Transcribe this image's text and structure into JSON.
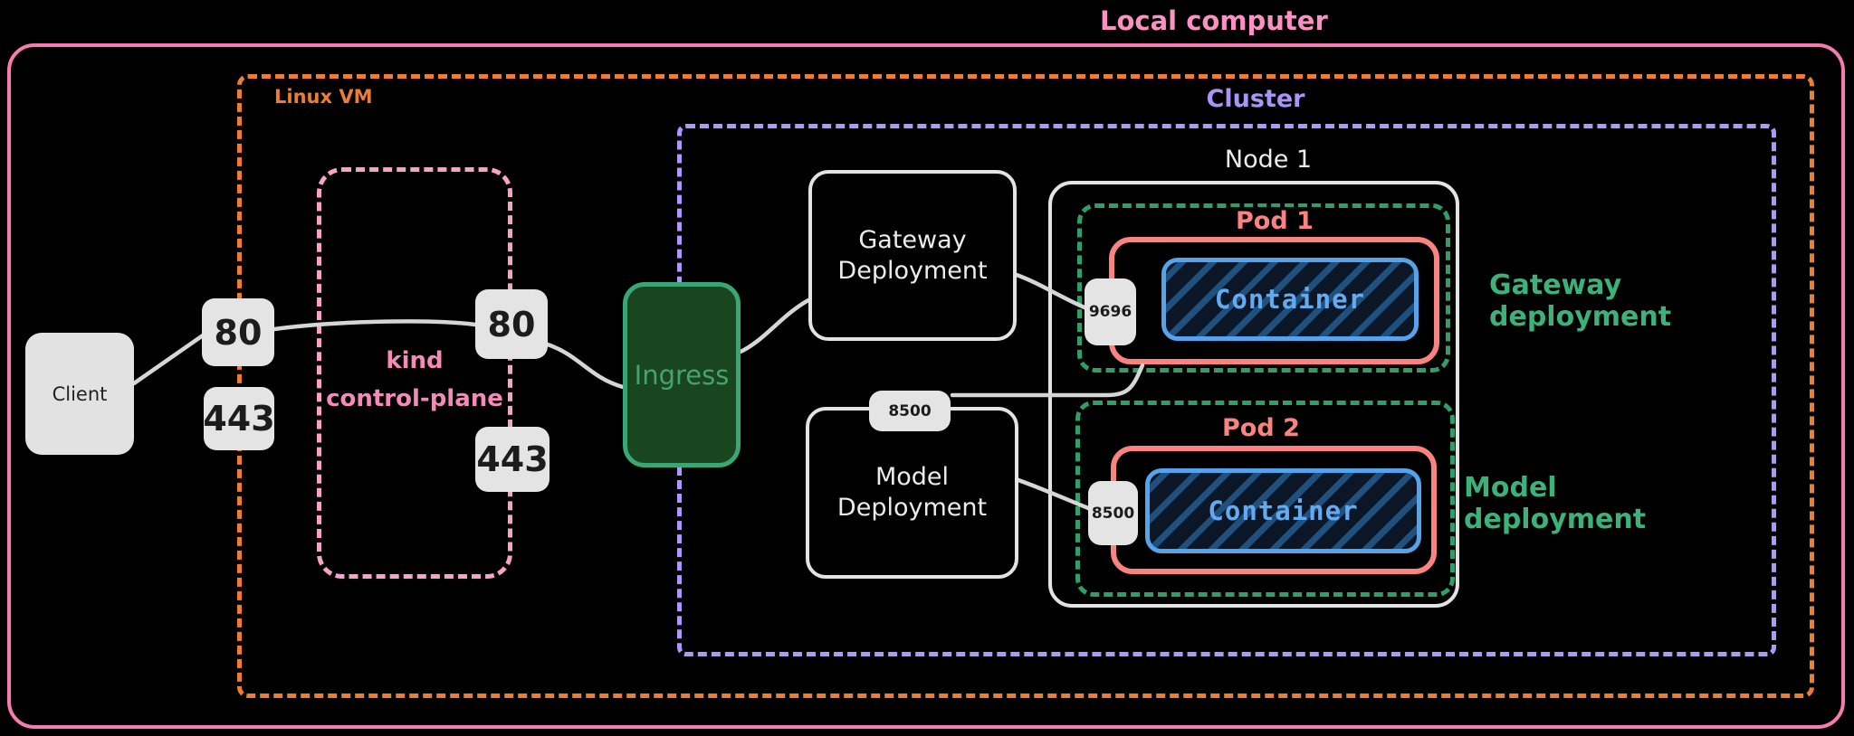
{
  "title": "Local computer",
  "linux_vm": {
    "label": "Linux VM"
  },
  "cluster": {
    "label": "Cluster"
  },
  "kind_control_plane": {
    "line1": "kind",
    "line2": "control-plane"
  },
  "client": {
    "label": "Client"
  },
  "ingress": {
    "label": "Ingress"
  },
  "gateway_deployment": {
    "line1": "Gateway",
    "line2": "Deployment"
  },
  "model_deployment": {
    "line1": "Model",
    "line2": "Deployment"
  },
  "node1": {
    "label": "Node 1"
  },
  "pod1": {
    "label": "Pod 1",
    "container_label": "Container"
  },
  "pod2": {
    "label": "Pod 2",
    "container_label": "Container"
  },
  "ports": {
    "host_http": "80",
    "host_https": "443",
    "kind_http": "80",
    "kind_https": "443",
    "gateway_service": "9696",
    "model_service_top": "8500",
    "model_service_side": "8500"
  },
  "annotations": {
    "gateway": "Gateway deployment",
    "model": "Model deployment"
  },
  "colors": {
    "local_computer_pink": "#f77bb0",
    "linux_vm_orange": "#ed7d31",
    "cluster_purple": "#b197fc",
    "kind_pink": "#f7a3c8",
    "pod_green": "#2f9e68",
    "pod_border_salmon": "#f9837f",
    "container_blue": "#55a3ea",
    "ingress_fill": "#19451f",
    "ingress_border": "#3aa673",
    "annotation_green": "#3cb179",
    "chip_gray": "#e4e4e4",
    "wire_gray": "#d6d6d6"
  }
}
